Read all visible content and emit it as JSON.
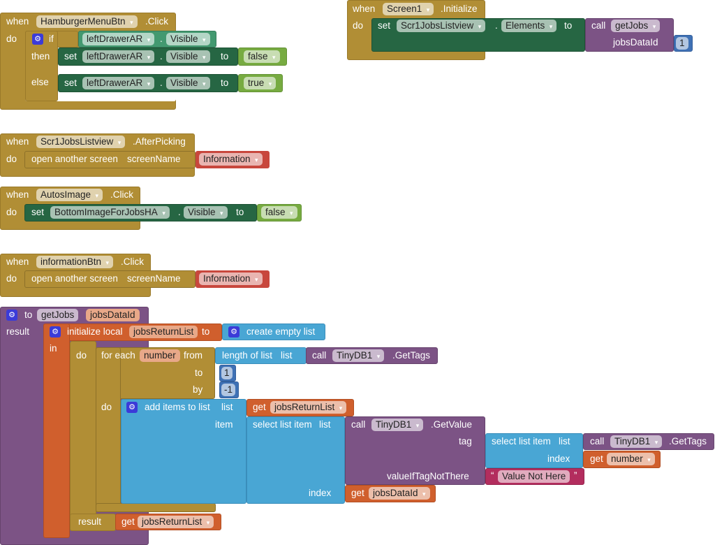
{
  "common": {
    "when": "when",
    "do": "do",
    "set": "set",
    "to": "to",
    "dot": ".",
    "call": "call",
    "get": "get",
    "result": "result",
    "in": "in",
    "list": "list",
    "item": "item",
    "index": "index",
    "by": "by",
    "from": "from",
    "open_screen": "open another screen",
    "screen_name": "screenName",
    "gear_icon": "⚙"
  },
  "b1": {
    "component": "HamburgerMenuBtn",
    "event": ".Click",
    "if": "if",
    "then": "then",
    "else": "else",
    "cond_comp": "leftDrawerAR",
    "cond_prop": "Visible",
    "set1_comp": "leftDrawerAR",
    "set1_prop": "Visible",
    "set1_val": "false",
    "set2_comp": "leftDrawerAR",
    "set2_prop": "Visible",
    "set2_val": "true"
  },
  "b2": {
    "component": "Screen1",
    "event": ".Initialize",
    "set_comp": "Scr1JobsListview",
    "set_prop": "Elements",
    "proc": "getJobs",
    "arg": "jobsDataId",
    "arg_val": "1"
  },
  "b3": {
    "component": "Scr1JobsListview",
    "event": ".AfterPicking",
    "screen": "Information"
  },
  "b4": {
    "component": "AutosImage",
    "event": ".Click",
    "set_comp": "BottomImageForJobsHA",
    "set_prop": "Visible",
    "val": "false"
  },
  "b5": {
    "component": "informationBtn",
    "event": ".Click",
    "screen": "Information"
  },
  "proc": {
    "name": "getJobs",
    "param": "jobsDataId",
    "init_local": "initialize local",
    "local_var": "jobsReturnList",
    "create_empty": "create empty list",
    "for_each": "for each",
    "loop_var": "number",
    "length_of_list": "length of list",
    "tinydb": "TinyDB1",
    "get_tags": ".GetTags",
    "get_value": ".GetValue",
    "to_val": "1",
    "by_val": "-1",
    "add_items": "add items to list",
    "select_item": "select list item",
    "tag": "tag",
    "value_if": "valueIfTagNotThere",
    "default_text": "Value Not Here",
    "quote_open": "“",
    "quote_close": "”"
  }
}
